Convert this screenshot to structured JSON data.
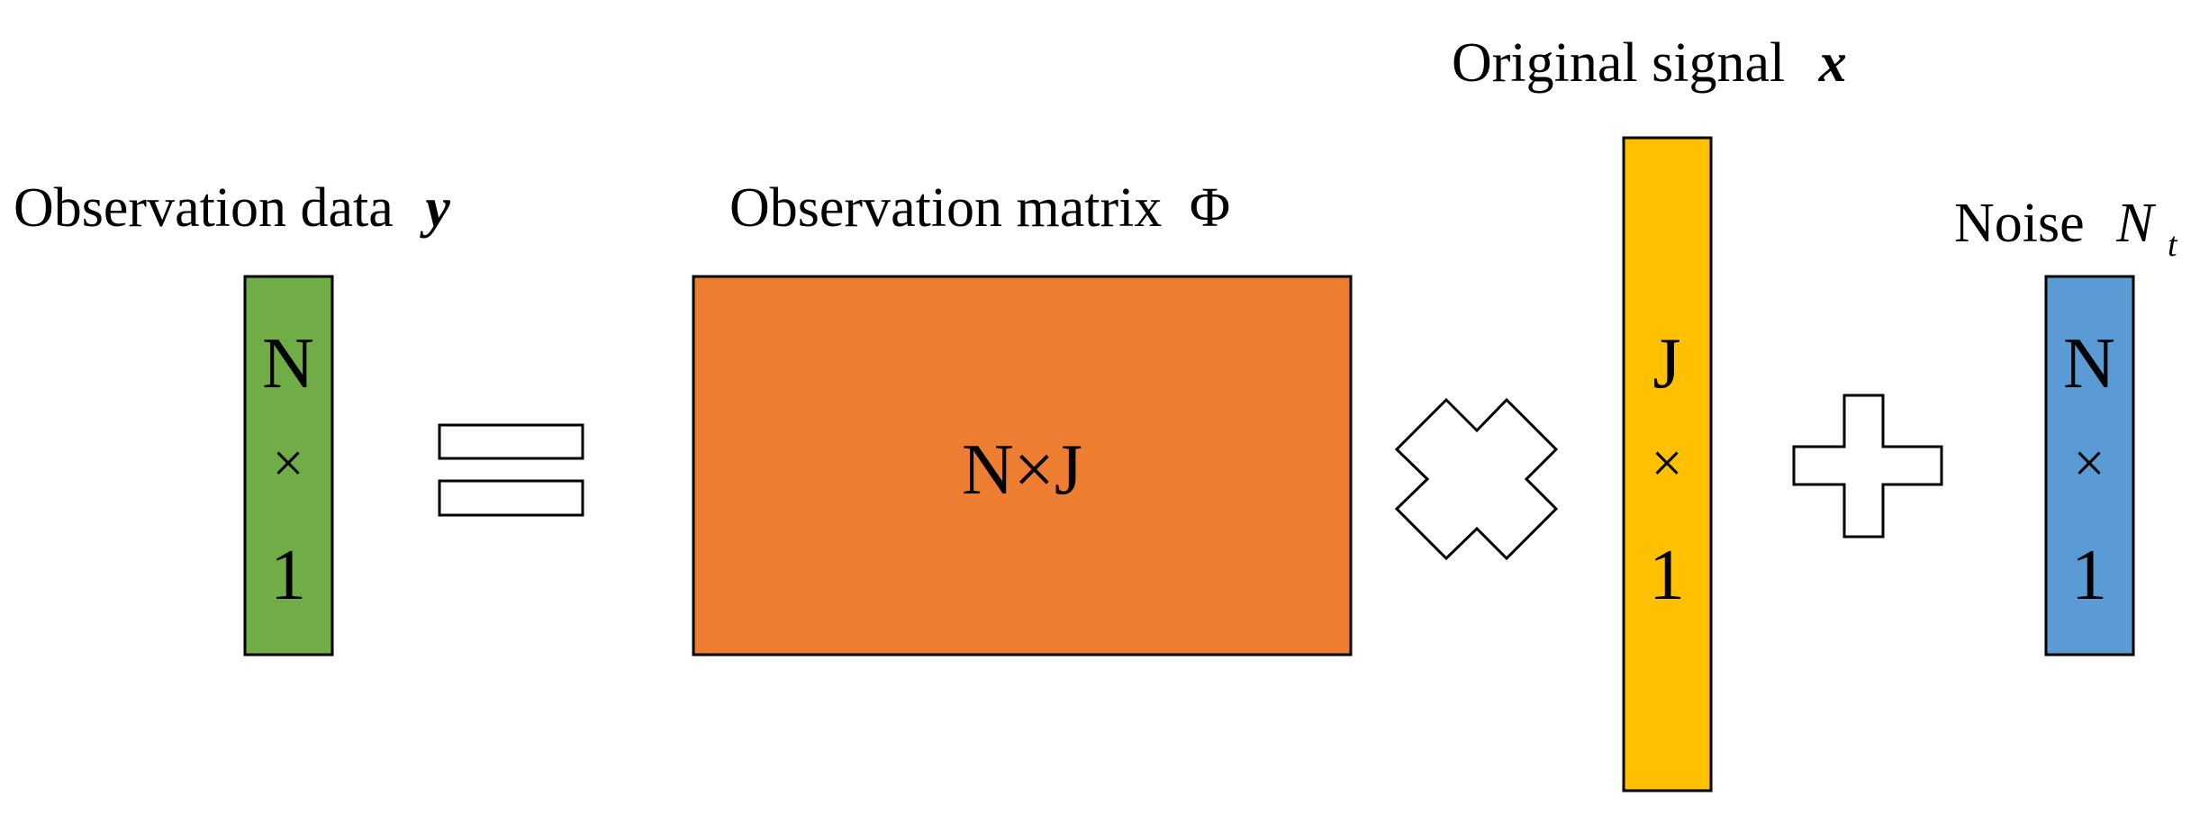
{
  "observation_data": {
    "label": "Observation data",
    "symbol": "y",
    "rows": "N",
    "times": "×",
    "cols": "1",
    "color": "#70ad47"
  },
  "equals": {
    "symbol_name": "equals-sign"
  },
  "observation_matrix": {
    "label": "Observation matrix",
    "symbol": "Φ",
    "dims": "N×J",
    "color": "#ed7d31"
  },
  "multiply": {
    "symbol_name": "multiply-sign"
  },
  "original_signal": {
    "label": "Original signal",
    "symbol": "x",
    "rows": "J",
    "times": "×",
    "cols": "1",
    "color": "#ffc000"
  },
  "plus": {
    "symbol_name": "plus-sign"
  },
  "noise": {
    "label": "Noise",
    "symbol": "N",
    "subscript": "t",
    "rows": "N",
    "times": "×",
    "cols": "1",
    "color": "#5b9bd5"
  }
}
